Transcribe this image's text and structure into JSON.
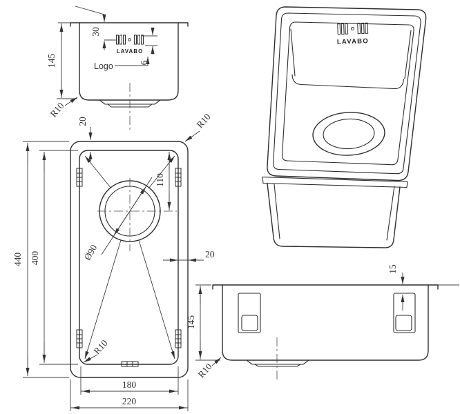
{
  "brand": {
    "name": "LAVABO",
    "logo_callout": "Logo"
  },
  "front_view": {
    "depth": "145",
    "vent_offset": "30",
    "vent_height": "6",
    "corner_radius": "R10"
  },
  "plan_view": {
    "outer_length": "440",
    "inner_length": "400",
    "drain_offset": "110",
    "drain_diameter": "Ø90",
    "rim_width_top": "20",
    "rim_width_right": "20",
    "inner_width": "180",
    "outer_width": "220",
    "corner_radius_top": "R10",
    "corner_radius_bottom": "R10"
  },
  "side_view": {
    "depth": "145",
    "clip_offset": "15",
    "corner_radius": "R10"
  }
}
